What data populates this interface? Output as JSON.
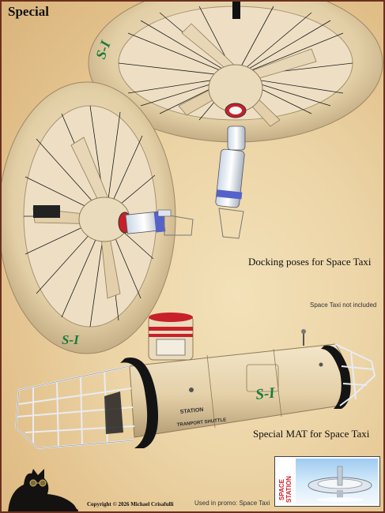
{
  "title": "Special",
  "captions": {
    "docking": "Docking poses for Space Taxi",
    "not_included": "Space Taxi  not included",
    "special_mat": "Special MAT for Space Taxi"
  },
  "footer": {
    "copyright": "Copyright © 2026  Michael Crisafulli",
    "promo_note": "Used in promo: Space Taxi"
  },
  "logo": {
    "word_top": "SPACE",
    "word_bottom": "STATION"
  },
  "hull_markings": {
    "wheel_label": "S-I",
    "taxi_label": "S-I",
    "station_text": "STATION",
    "shuttle_text": "TRANPORT SHUTTLE"
  },
  "colors": {
    "frame": "#6b2f1d",
    "hull": "#e6d3ad",
    "marking": "#1f7a3a",
    "accent_red": "#c8202a",
    "accent_blue": "#5562c8",
    "logo_red": "#d1202a"
  }
}
